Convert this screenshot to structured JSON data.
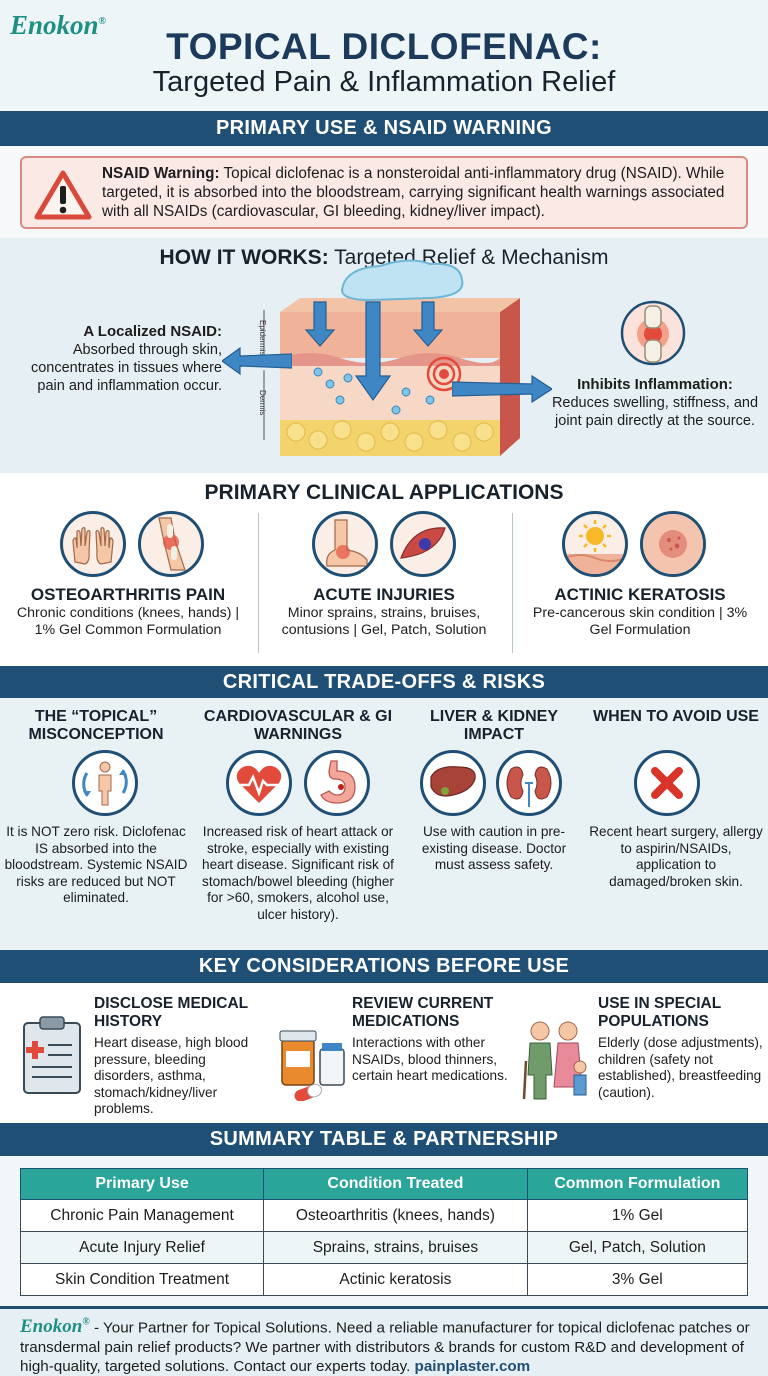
{
  "brand": {
    "name": "Enokon",
    "mark": "®"
  },
  "header": {
    "title": "TOPICAL DICLOFENAC:",
    "subtitle": "Targeted Pain & Inflammation Relief"
  },
  "sections": {
    "primary_use": "PRIMARY USE & NSAID WARNING",
    "trade_offs": "CRITICAL TRADE-OFFS & RISKS",
    "key_considerations": "KEY CONSIDERATIONS BEFORE USE",
    "summary": "SUMMARY TABLE & PARTNERSHIP"
  },
  "warning": {
    "label": "NSAID Warning:",
    "text": " Topical diclofenac is a nonsteroidal anti-inflammatory drug (NSAID). While targeted, it is absorbed into the bloodstream, carrying significant health warnings associated with all NSAIDs (cardiovascular, GI bleeding, kidney/liver impact)."
  },
  "how_it_works": {
    "title_bold": "HOW IT WORKS:",
    "title_rest": " Targeted Relief & Mechanism",
    "left_title": "A Localized NSAID:",
    "left_text": "Absorbed through skin, concentrates in tissues where pain and inflammation occur.",
    "right_title": "Inhibits Inflammation:",
    "right_text": "Reduces swelling, stiffness, and joint pain directly at the source.",
    "layer_epidermis": "Epidermis",
    "layer_dermis": "Dermis"
  },
  "clinical": {
    "title": "PRIMARY CLINICAL APPLICATIONS",
    "items": [
      {
        "name": "OSTEOARTHRITIS PAIN",
        "desc": "Chronic conditions (knees, hands) | 1% Gel Common Formulation"
      },
      {
        "name": "ACUTE INJURIES",
        "desc": "Minor sprains, strains, bruises, contusions | Gel, Patch, Solution"
      },
      {
        "name": "ACTINIC KERATOSIS",
        "desc": "Pre-cancerous skin condition | 3% Gel Formulation"
      }
    ]
  },
  "risks": [
    {
      "title": "THE “TOPICAL” MISCONCEPTION",
      "text": "It is NOT zero risk. Diclofenac IS absorbed into the bloodstream. Systemic NSAID risks are reduced but NOT eliminated."
    },
    {
      "title": "CARDIOVASCULAR & GI WARNINGS",
      "text": "Increased risk of heart attack or stroke, especially with existing heart disease. Significant risk of stomach/bowel bleeding (higher for >60, smokers, alcohol use, ulcer history)."
    },
    {
      "title": "LIVER & KIDNEY IMPACT",
      "text": "Use with caution in pre-existing disease. Doctor must assess safety."
    },
    {
      "title": "WHEN TO AVOID USE",
      "text": "Recent heart surgery, allergy to aspirin/NSAIDs, application to damaged/broken skin."
    }
  ],
  "considerations": [
    {
      "title": "DISCLOSE MEDICAL HISTORY",
      "text": "Heart disease, high blood pressure, bleeding disorders, asthma, stomach/kidney/liver problems."
    },
    {
      "title": "REVIEW CURRENT MEDICATIONS",
      "text": "Interactions with other NSAIDs, blood thinners, certain heart medications."
    },
    {
      "title": "USE IN SPECIAL POPULATIONS",
      "text": "Elderly (dose adjustments), children (safety not established), breastfeeding (caution)."
    }
  ],
  "table": {
    "headers": [
      "Primary Use",
      "Condition Treated",
      "Common Formulation"
    ],
    "rows": [
      [
        "Chronic Pain Management",
        "Osteoarthritis (knees, hands)",
        "1% Gel"
      ],
      [
        "Acute Injury Relief",
        "Sprains, strains, bruises",
        "Gel, Patch, Solution"
      ],
      [
        "Skin Condition Treatment",
        "Actinic keratosis",
        "3% Gel"
      ]
    ]
  },
  "footer": {
    "text": " - Your Partner for Topical Solutions. Need a reliable manufacturer for topical diclofenac patches or transdermal pain relief products? We partner with distributors & brands for custom R&D and development of high-quality, targeted solutions. Contact our experts today. ",
    "link": "painplaster.com"
  },
  "colors": {
    "navy": "#1f4f75",
    "teal": "#2aa59a",
    "warning_red": "#d94a3a"
  }
}
